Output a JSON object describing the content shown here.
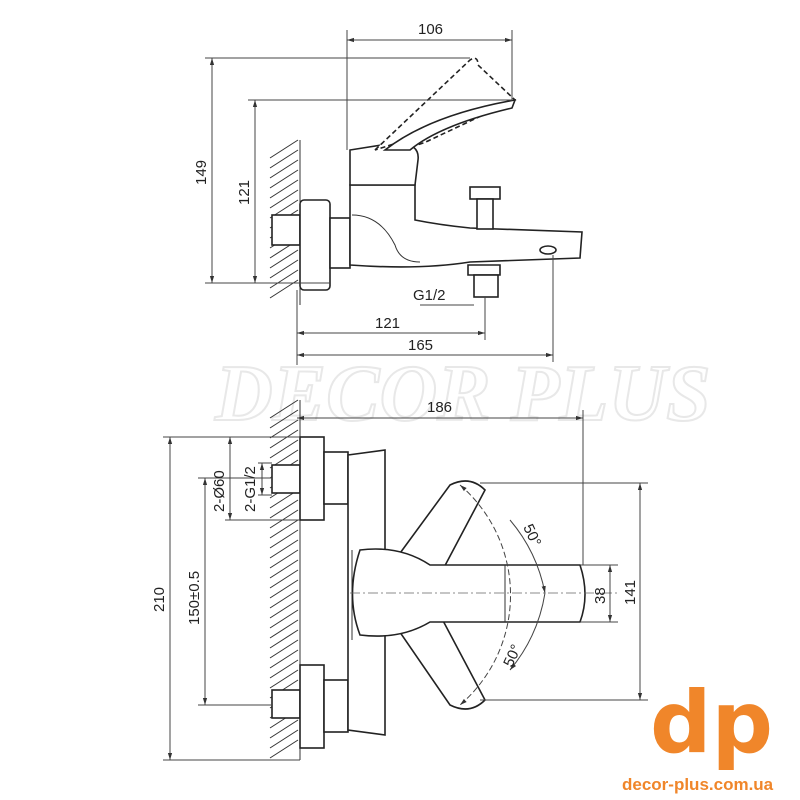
{
  "watermark": "DECOR PLUS",
  "side_view": {
    "dim_width_top": "106",
    "dim_height_total": "149",
    "dim_height_handle": "121",
    "thread_label": "G1/2",
    "dim_outlet_distance": "121",
    "dim_spout_length": "165"
  },
  "front_view": {
    "dim_width": "186",
    "dim_height": "210",
    "dim_centers": "150±0.5",
    "dim_flange": "2-Ø60",
    "dim_thread": "2-G1/2",
    "angle_upper": "50°",
    "angle_lower": "50°",
    "dim_handle_width": "38",
    "dim_handle_swing": "141"
  },
  "logo": {
    "mark": "dp",
    "url": "decor-plus.com.ua",
    "color": "#f0862a"
  }
}
